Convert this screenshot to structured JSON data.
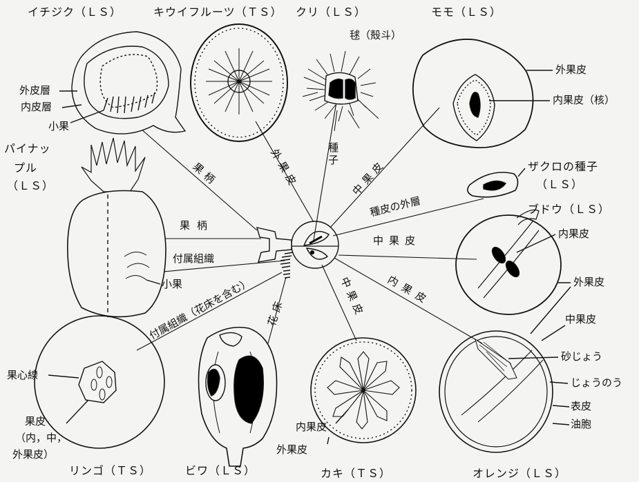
{
  "fruits": {
    "fig": "イチジク（ＬＳ）",
    "kiwi": "キウイフルーツ（ＴＳ）",
    "chestnut": "クリ（ＬＳ）",
    "peach": "モモ（ＬＳ）",
    "pineapple_l1": "パイナッ",
    "pineapple_l2": "プル",
    "pineapple_l3": "（ＬＳ）",
    "pomegranate_l1": "ザクロの種子",
    "pomegranate_l2": "（ＬＳ）",
    "grape": "ブドウ（ＬＳ）",
    "apple": "リンゴ（ＴＳ）",
    "loquat": "ビワ（ＬＳ）",
    "persimmon": "カキ（ＴＳ）",
    "orange": "オレンジ（ＬＳ）"
  },
  "parts": {
    "fig_outer": "外皮層",
    "fig_inner": "内皮層",
    "fig_fruitlet": "小果",
    "chestnut_bur": "毬（殻斗）",
    "peach_exocarp": "外果皮",
    "peach_endocarp": "内果皮（核）",
    "pineapple_fruitlet": "小果",
    "grape_endocarp": "内果皮",
    "grape_exocarp": "外果皮",
    "apple_core": "果心線",
    "apple_peel_l1": "果皮",
    "apple_peel_l2": "（内，中，",
    "apple_peel_l3": "外果皮）",
    "persimmon_endocarp": "内果皮",
    "persimmon_exocarp": "外果皮",
    "orange_mesocarp": "中果皮",
    "orange_sac": "砂じょう",
    "orange_segment": "じょうのう",
    "orange_peel": "表皮",
    "orange_oil": "油胞"
  },
  "rays": {
    "stalk_fig": "果柄",
    "stalk_pine": "果柄",
    "kiwi_exocarp": "外果皮",
    "seed": "種子",
    "peach_mesocarp": "中果皮",
    "seed_coat": "種皮の外層",
    "grape_mesocarp": "中果皮",
    "accessory": "付属組織",
    "accessory_receptacle": "付属組織（花床を含む）",
    "receptacle": "花床",
    "persimmon_mesocarp": "中果皮",
    "orange_endocarp": "内果皮"
  }
}
